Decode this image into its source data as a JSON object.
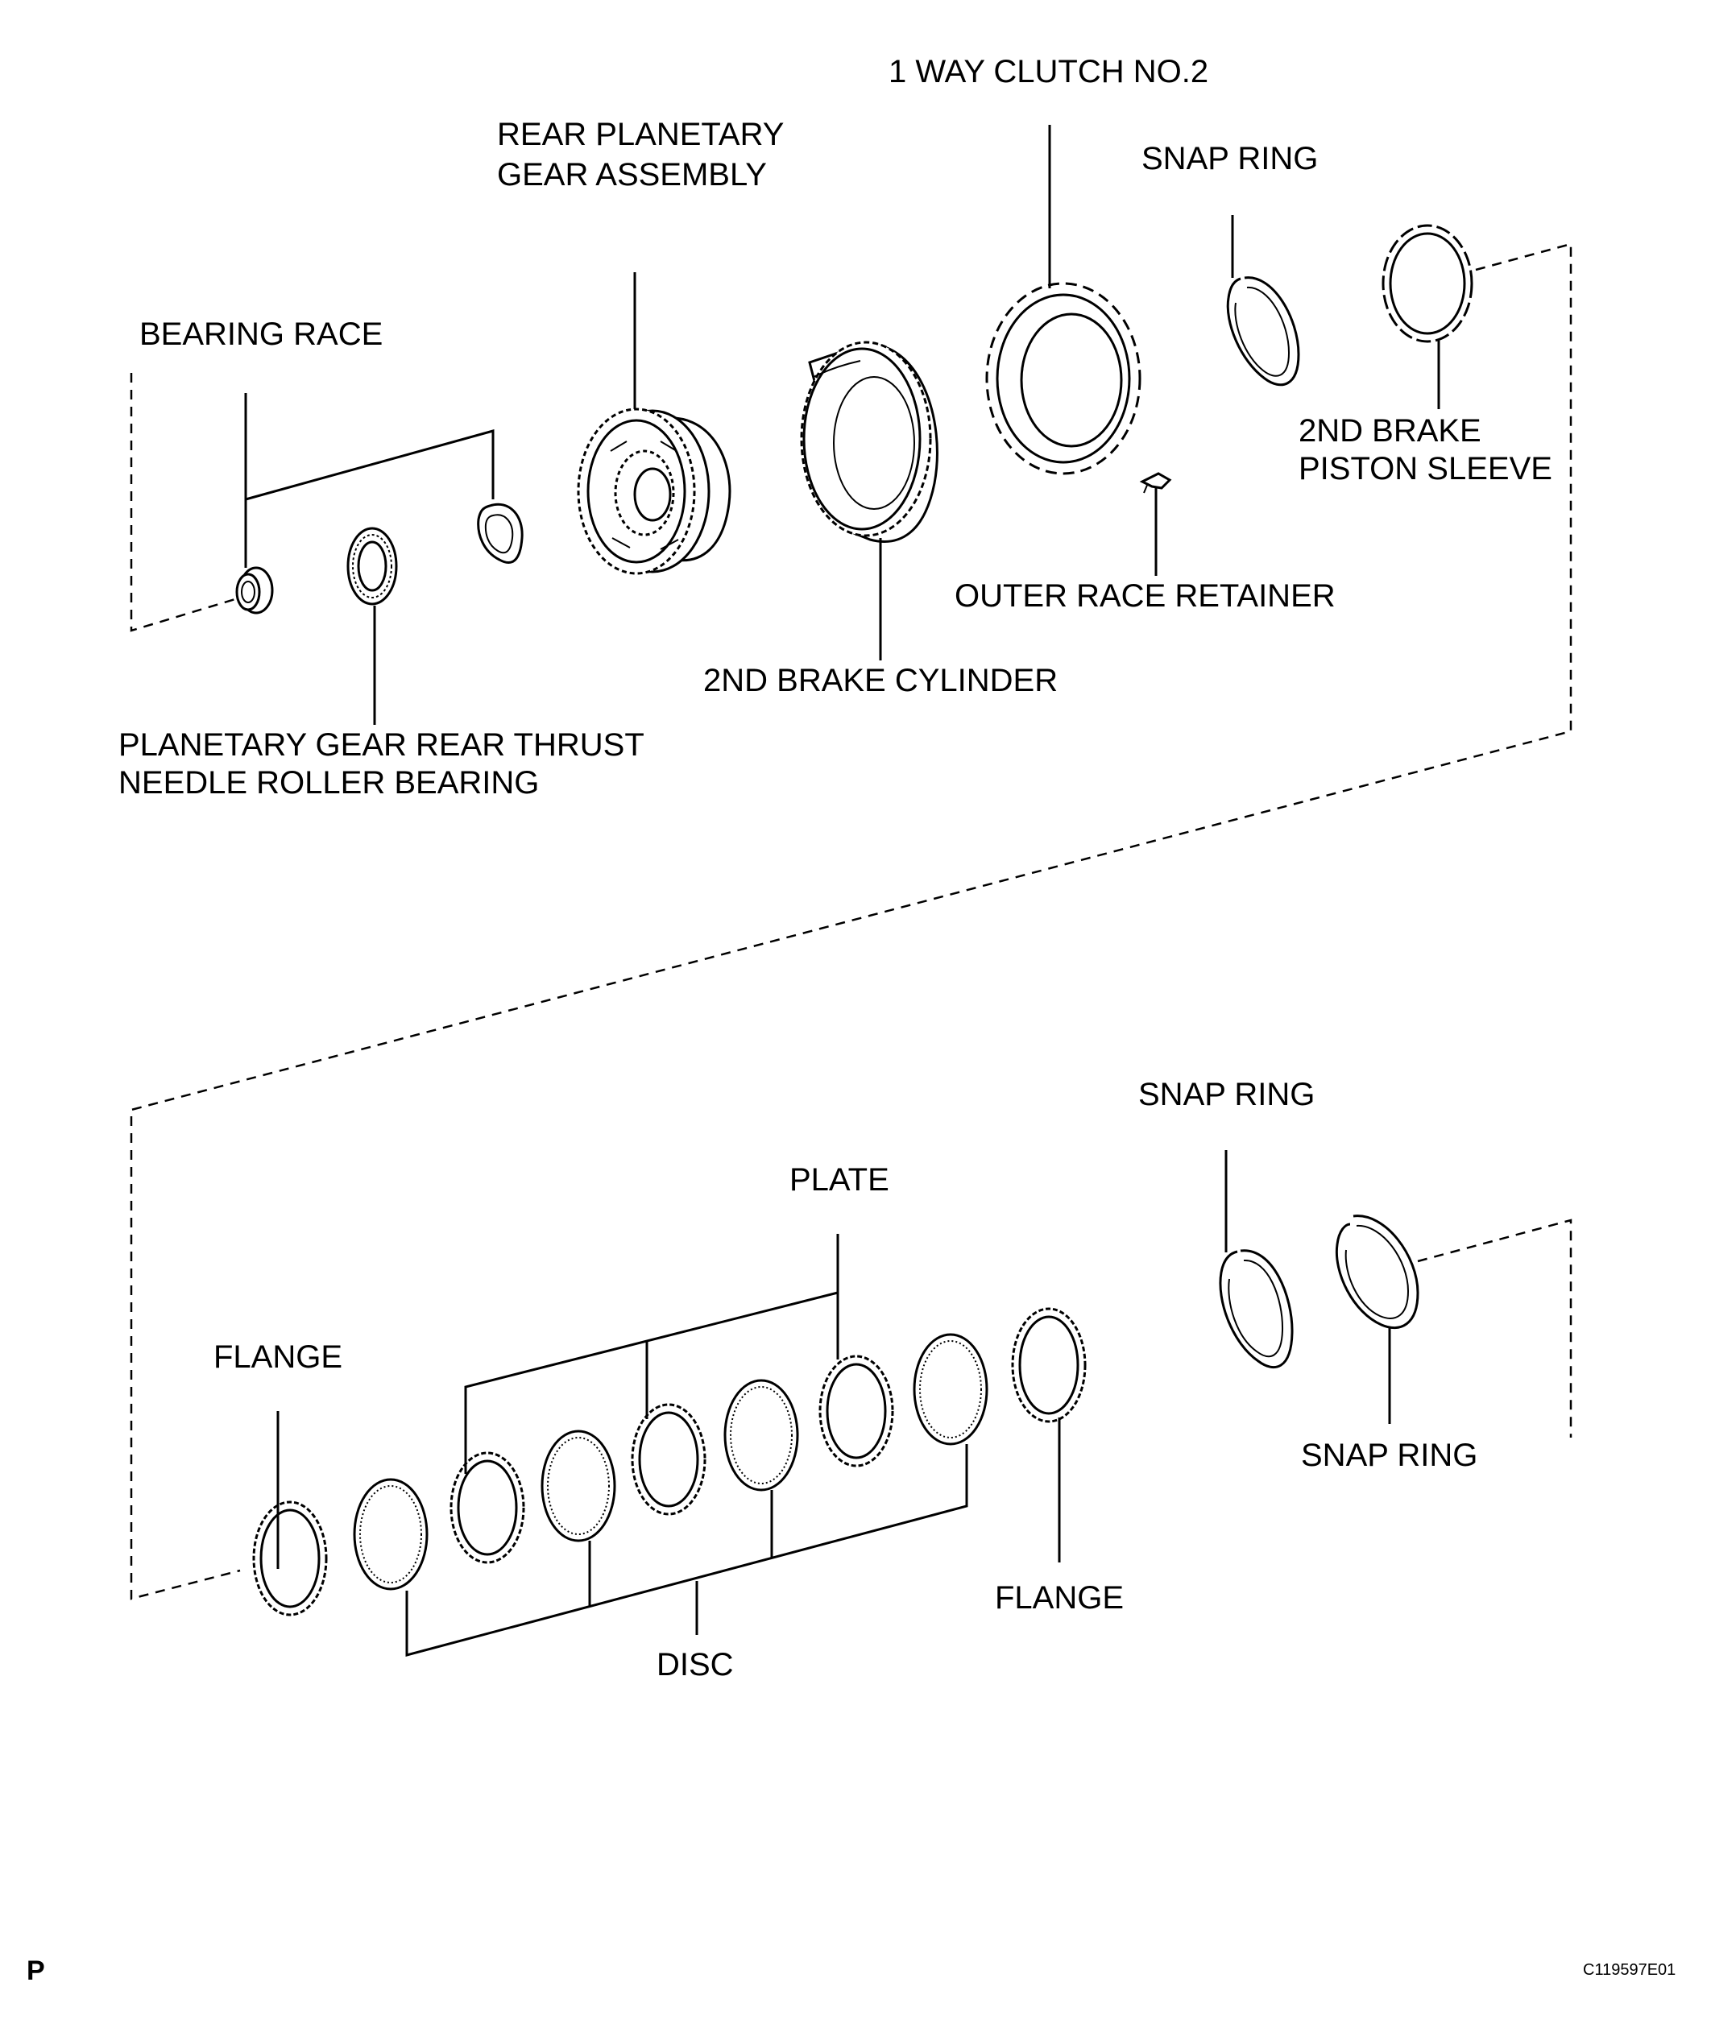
{
  "labels": {
    "one_way_clutch": "1 WAY CLUTCH NO.2",
    "rear_planetary_1": "REAR PLANETARY",
    "rear_planetary_2": "GEAR ASSEMBLY",
    "snap_ring_top": "SNAP RING",
    "bearing_race": "BEARING RACE",
    "piston_sleeve_1": "2ND BRAKE",
    "piston_sleeve_2": "PISTON SLEEVE",
    "outer_race_retainer": "OUTER RACE RETAINER",
    "brake_cylinder": "2ND BRAKE CYLINDER",
    "thrust_bearing_1": "PLANETARY GEAR REAR THRUST",
    "thrust_bearing_2": "NEEDLE ROLLER BEARING",
    "snap_ring_mid": "SNAP RING",
    "plate": "PLATE",
    "flange_left": "FLANGE",
    "snap_ring_bottom": "SNAP RING",
    "flange_right": "FLANGE",
    "disc": "DISC"
  },
  "footer": {
    "marker": "P",
    "figure_code": "C119597E01"
  }
}
